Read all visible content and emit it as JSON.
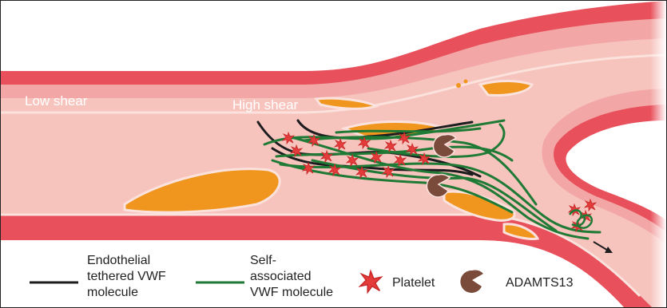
{
  "labels": {
    "low_shear": "Low shear",
    "high_shear": "High shear"
  },
  "legend": {
    "endothelial": [
      "Endothelial",
      "tethered VWF",
      "molecule"
    ],
    "self_associated": [
      "Self-",
      "associated",
      "VWF molecule"
    ],
    "platelet": "Platelet",
    "adamts13": "ADAMTS13"
  },
  "colors": {
    "vessel_outer": "#e8505b",
    "vessel_inner": "#f2a7a6",
    "lumen": "#f7c3bd",
    "plaque": "#f0961e",
    "endothelial_vwf": "#1d1d1f",
    "self_associated_vwf": "#1e7a35",
    "platelet": "#e43b3b",
    "adamts13": "#7a4a3a"
  },
  "icons": {
    "platelet": "platelet-icon",
    "adamts13": "pacman-enzyme-icon",
    "flow": "arrow-icon"
  }
}
